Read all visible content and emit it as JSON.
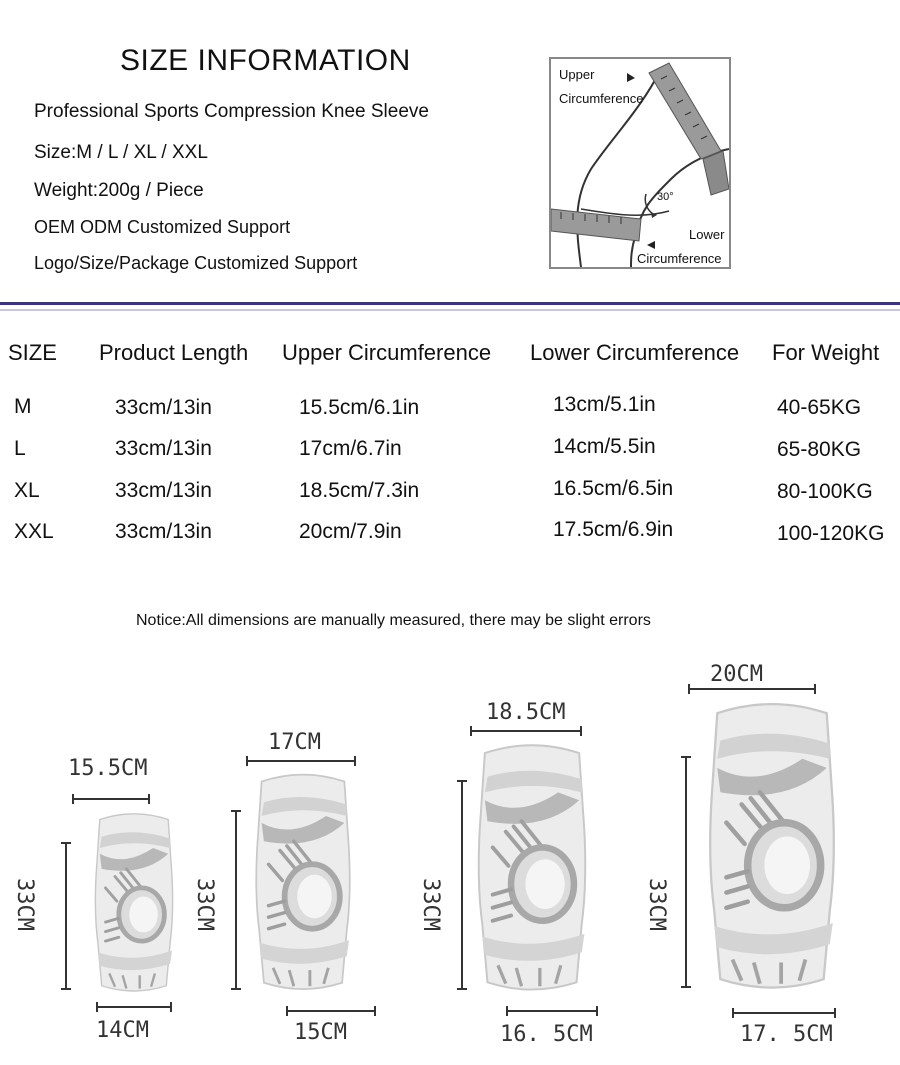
{
  "header": {
    "title": "SIZE INFORMATION",
    "lines": [
      "Professional Sports Compression Knee Sleeve",
      "Size:M / L / XL / XXL",
      "Weight:200g / Piece",
      "OEM ODM Customized Support",
      "Logo/Size/Package Customized Support"
    ]
  },
  "diagram": {
    "upper_label_1": "Upper",
    "upper_label_2": "Circumference",
    "angle": "30°",
    "lower_label_1": "Lower",
    "lower_label_2": "Circumference"
  },
  "table": {
    "headers": [
      "SIZE",
      "Product Length",
      "Upper Circumference",
      "Lower Circumference",
      "For Weight"
    ],
    "rows": [
      [
        "M",
        "33cm/13in",
        "15.5cm/6.1in",
        "13cm/5.1in",
        "40-65KG"
      ],
      [
        "L",
        "33cm/13in",
        "17cm/6.7in",
        "14cm/5.5in",
        "65-80KG"
      ],
      [
        "XL",
        "33cm/13in",
        "18.5cm/7.3in",
        "16.5cm/6.5in",
        "80-100KG"
      ],
      [
        "XXL",
        "33cm/13in",
        "20cm/7.9in",
        "17.5cm/6.9in",
        "100-120KG"
      ]
    ]
  },
  "notice": "Notice:All dimensions are manually measured, there may be slight errors",
  "sleeves": [
    {
      "top": "15.5CM",
      "height": "33CM",
      "bottom": "14CM"
    },
    {
      "top": "17CM",
      "height": "33CM",
      "bottom": "15CM"
    },
    {
      "top": "18.5CM",
      "height": "33CM",
      "bottom": "16. 5CM"
    },
    {
      "top": "20CM",
      "height": "33CM",
      "bottom": "17. 5CM"
    }
  ],
  "colors": {
    "divider": "#3b3580",
    "sleeve_base": "#e6e6e6",
    "sleeve_accent": "#a9a9a9"
  }
}
